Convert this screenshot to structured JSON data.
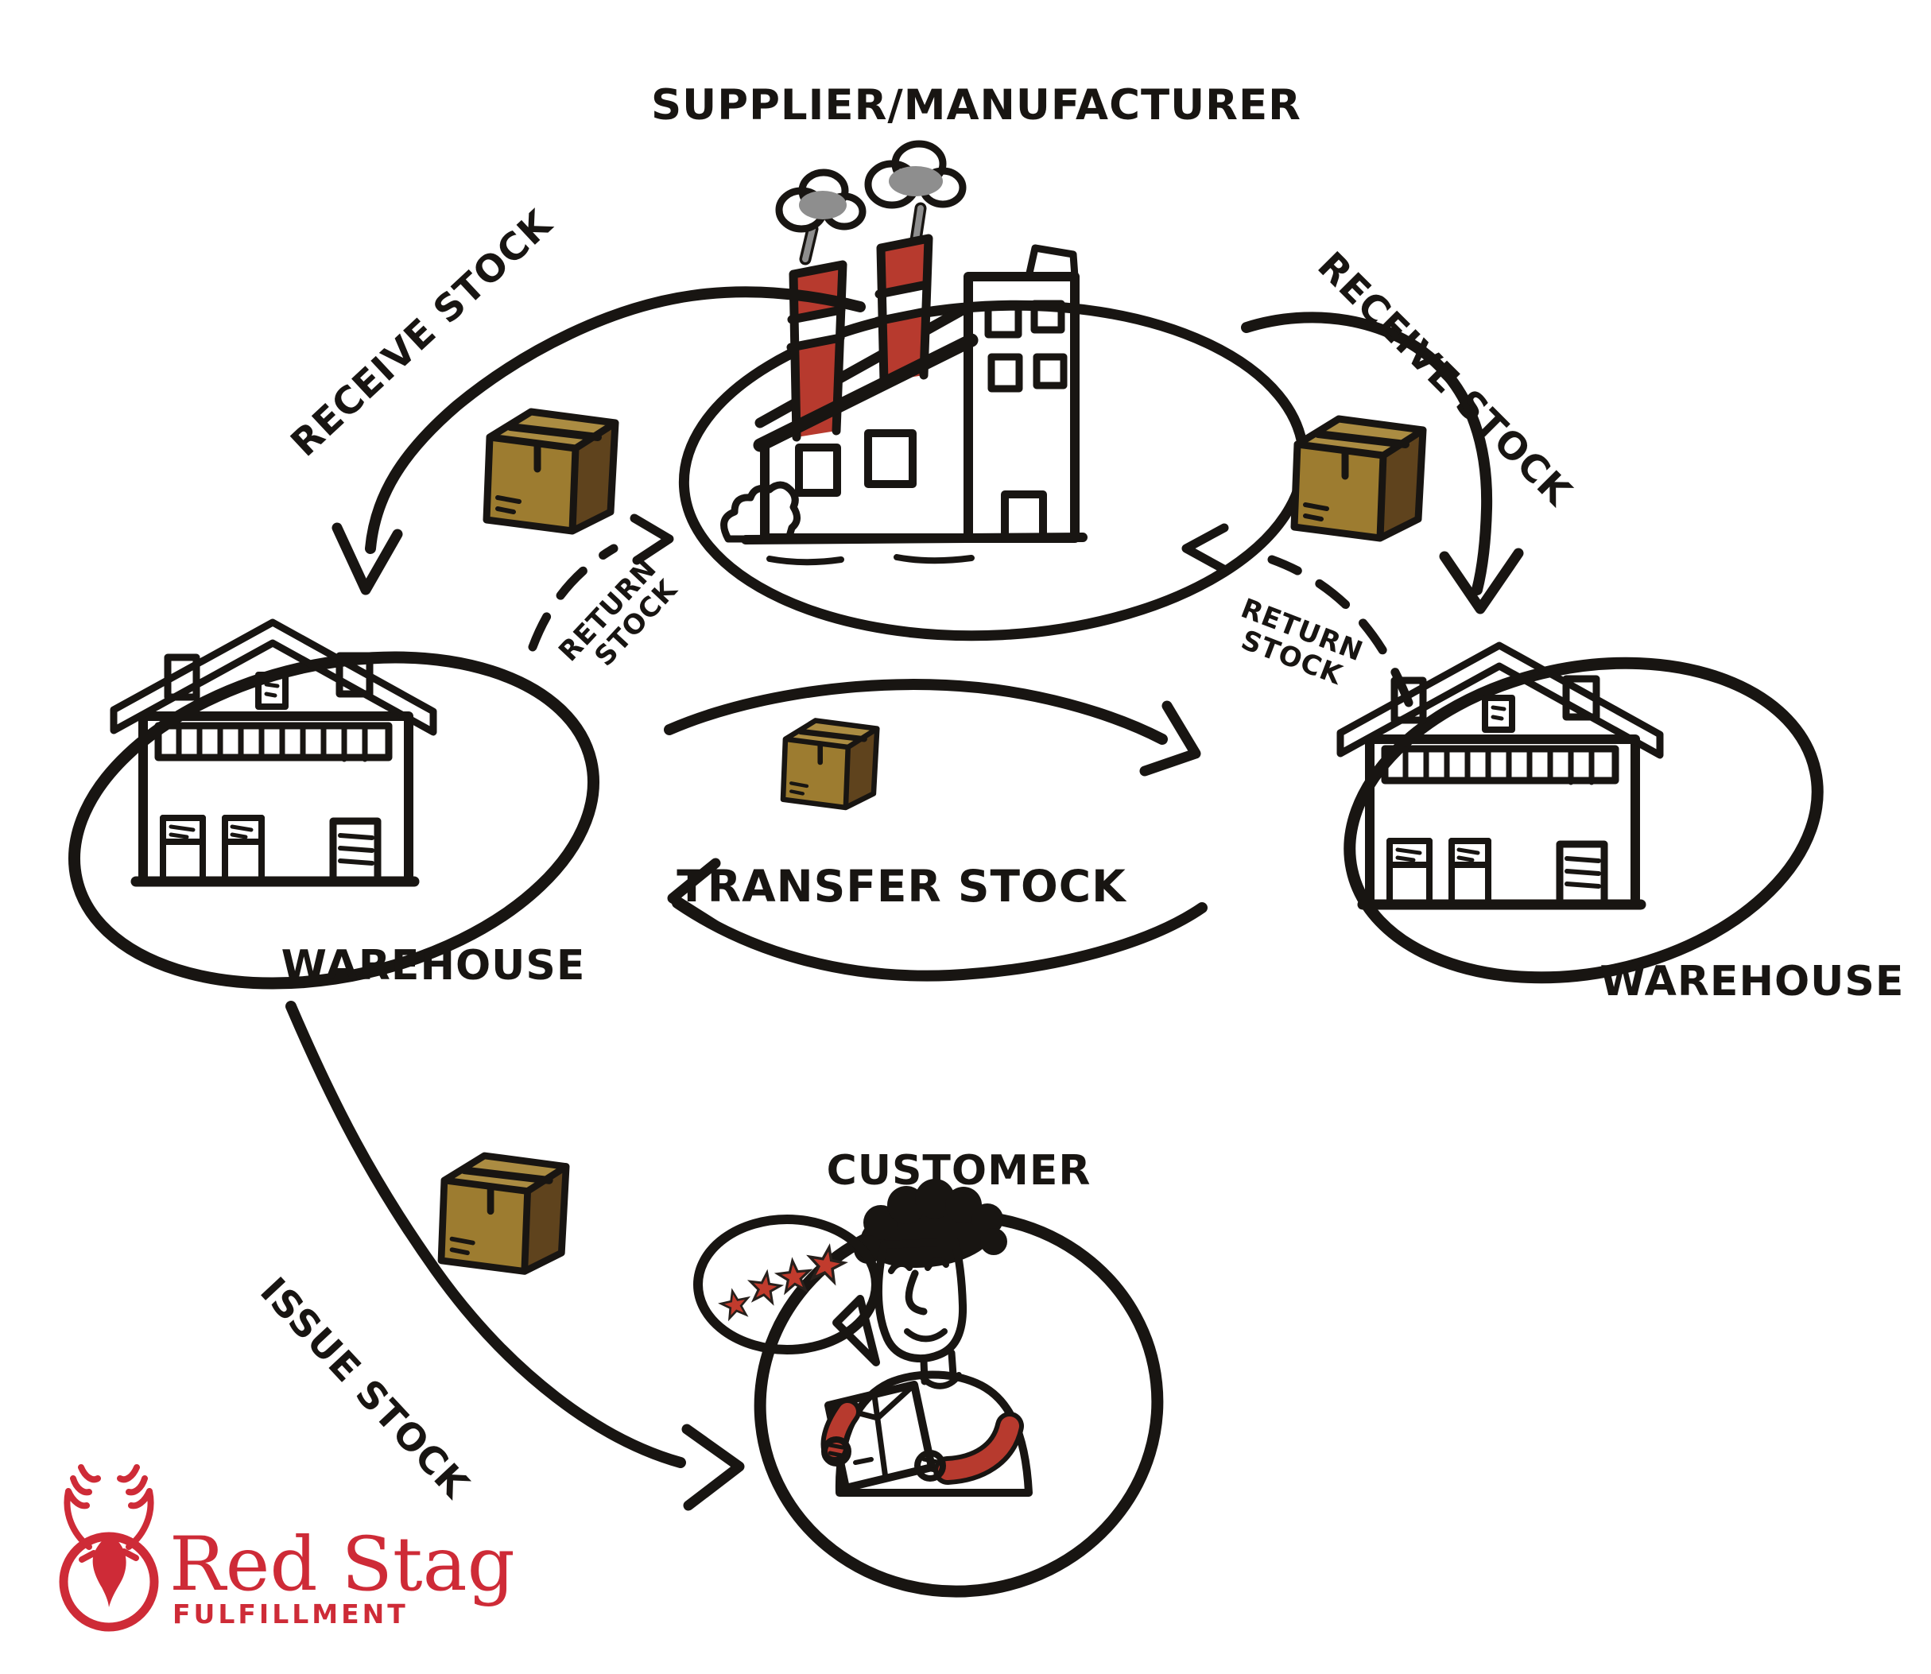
{
  "diagram": {
    "title": "SUPPLIER/MANUFACTURER",
    "nodes": {
      "supplier": {
        "label": "SUPPLIER/MANUFACTURER",
        "type": "factory"
      },
      "warehouse_left": {
        "label": "WAREHOUSE",
        "type": "warehouse"
      },
      "warehouse_right": {
        "label": "WAREHOUSE",
        "type": "warehouse"
      },
      "customer": {
        "label": "CUSTOMER",
        "type": "person",
        "review_stars": 4
      }
    },
    "flows": {
      "receive_left": {
        "label": "RECEIVE STOCK",
        "from": "supplier",
        "to": "warehouse_left",
        "style": "solid-arrow"
      },
      "receive_right": {
        "label": "RECEIVE STOCK",
        "from": "supplier",
        "to": "warehouse_right",
        "style": "solid-arrow"
      },
      "return_left": {
        "line1": "RETURN",
        "line2": "STOCK",
        "from": "warehouse_left",
        "to": "supplier",
        "style": "dashed-arrow"
      },
      "return_right": {
        "line1": "RETURN",
        "line2": "STOCK",
        "from": "warehouse_right",
        "to": "supplier",
        "style": "dashed-arrow"
      },
      "transfer": {
        "label": "TRANSFER STOCK",
        "between": [
          "warehouse_left",
          "warehouse_right"
        ],
        "style": "double-arrow"
      },
      "issue": {
        "label": "ISSUE STOCK",
        "from": "warehouse_left",
        "to": "customer",
        "style": "solid-arrow"
      }
    },
    "package_count": 4
  },
  "logo": {
    "brand": "Red Stag",
    "subtitle": "FULFILLMENT"
  },
  "colors": {
    "ink": "#181512",
    "illustration_red": "#b73a2e",
    "logo_red": "#ce2b37",
    "box_front": "#9d7c30",
    "box_top": "#ab8c42",
    "box_side": "#5f431d",
    "smoke_gray": "#8e8e8e",
    "detail_gray": "#9b9b9b"
  }
}
